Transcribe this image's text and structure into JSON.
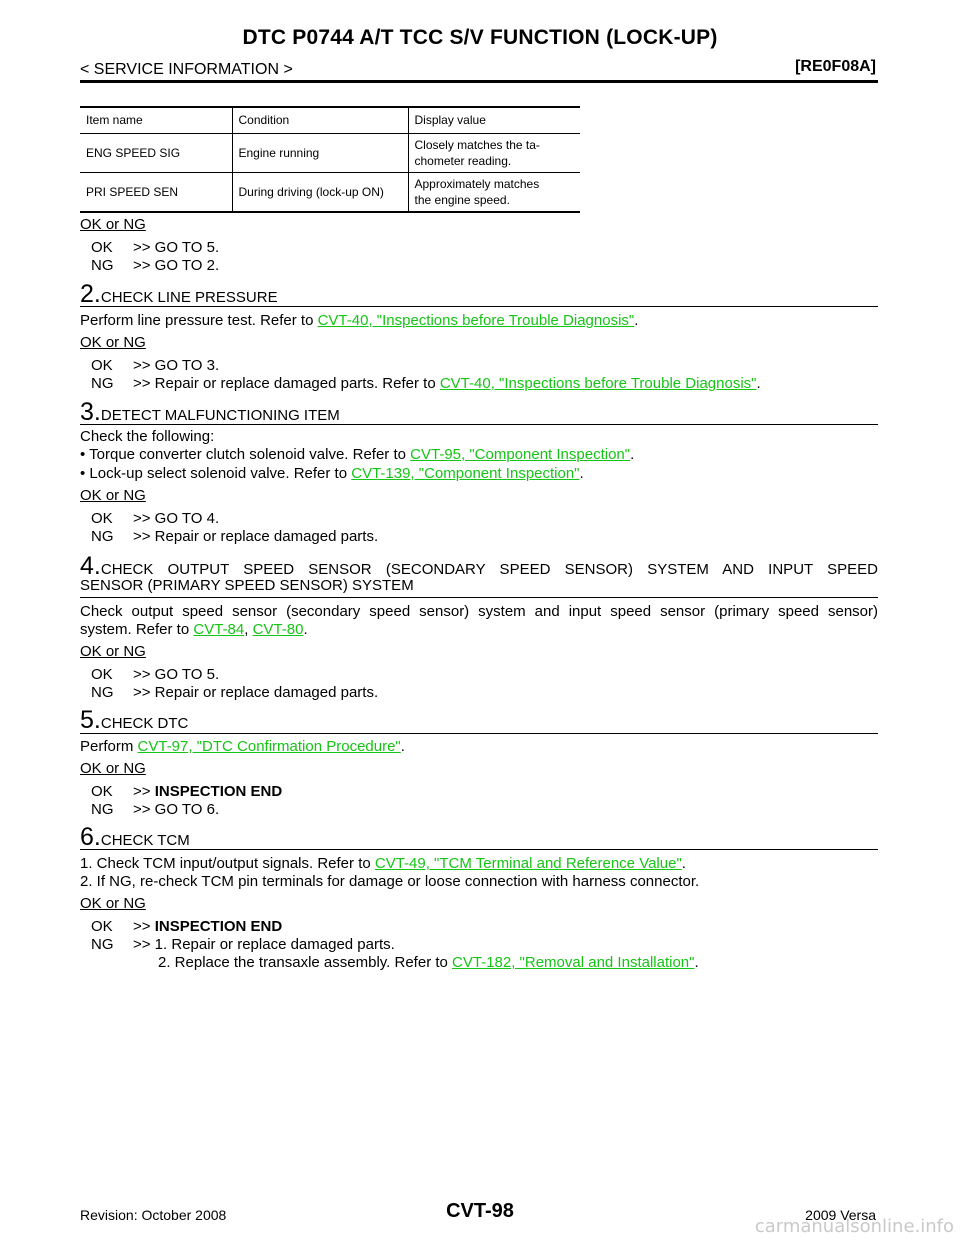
{
  "header": {
    "title": "DTC P0744 A/T TCC S/V FUNCTION (LOCK-UP)",
    "section": "< SERVICE INFORMATION >",
    "code": "[RE0F08A]"
  },
  "table": {
    "headers": [
      "Item name",
      "Condition",
      "Display value"
    ],
    "rows": [
      [
        "ENG SPEED SIG",
        "Engine running",
        "Closely matches the ta-",
        "chometer reading."
      ],
      [
        "PRI SPEED SEN",
        "During driving (lock-up ON)",
        "Approximately matches",
        "the engine speed."
      ]
    ]
  },
  "block1": {
    "okng": "OK or NG",
    "ok": [
      "OK",
      ">> GO TO 5."
    ],
    "ng": [
      "NG",
      ">> GO TO 2."
    ]
  },
  "step2": {
    "num": "2.",
    "title": "CHECK LINE PRESSURE",
    "text_pre": "Perform line pressure test. Refer to ",
    "link": "CVT-40, \"Inspections before Trouble Diagnosis\"",
    "text_post": ".",
    "okng": "OK or NG",
    "ok": [
      "OK",
      ">> GO TO 3."
    ],
    "ng_pre": [
      ">> Repair or replace damaged parts. Refer to "
    ],
    "ng_key": "NG",
    "ng_link": "CVT-40, \"Inspections before Trouble Diagnosis\"",
    "ng_post": "."
  },
  "step3": {
    "num": "3.",
    "title": "DETECT MALFUNCTIONING ITEM",
    "intro": "Check the following:",
    "b1_pre": "• Torque converter clutch solenoid valve. Refer to ",
    "b1_link": "CVT-95, \"Component Inspection\"",
    "b1_post": ".",
    "b2_pre": "• Lock-up select solenoid valve. Refer to ",
    "b2_link": "CVT-139, \"Component Inspection\"",
    "b2_post": ".",
    "okng": "OK or NG",
    "ok": [
      "OK",
      ">> GO TO 4."
    ],
    "ng": [
      "NG",
      ">> Repair or replace damaged parts."
    ]
  },
  "step4": {
    "num": "4.",
    "title_l1": "CHECK OUTPUT SPEED SENSOR (SECONDARY SPEED SENSOR) SYSTEM AND INPUT SPEED",
    "title_l2": "SENSOR (PRIMARY SPEED SENSOR) SYSTEM",
    "line1": "Check output speed sensor (secondary speed sensor) system and input speed sensor (primary speed sensor)",
    "line2_pre": "system. Refer to ",
    "link1": "CVT-84",
    "sep": ", ",
    "link2": "CVT-80",
    "line2_post": ".",
    "okng": "OK or NG",
    "ok": [
      "OK",
      ">> GO TO 5."
    ],
    "ng": [
      "NG",
      ">> Repair or replace damaged parts."
    ]
  },
  "step5": {
    "num": "5.",
    "title": "CHECK DTC",
    "text_pre": "Perform ",
    "link": "CVT-97, \"DTC Confirmation Procedure\"",
    "text_post": ".",
    "okng": "OK or NG",
    "ok_key": "OK",
    "ok_arrow": ">> ",
    "ok_bold": "INSPECTION END",
    "ng": [
      "NG",
      ">> GO TO 6."
    ]
  },
  "step6": {
    "num": "6.",
    "title": "CHECK TCM",
    "l1_pre": "1.  Check TCM input/output signals. Refer to ",
    "l1_link": "CVT-49, \"TCM Terminal and Reference Value\"",
    "l1_post": ".",
    "l2": "2.  If NG, re-check TCM pin terminals for damage or loose connection with harness connector.",
    "okng": "OK or NG",
    "ok_key": "OK",
    "ok_arrow": ">> ",
    "ok_bold": "INSPECTION END",
    "ng_key": "NG",
    "ng_l1": ">> 1.  Repair or replace damaged parts.",
    "ng_l2_pre": "2.  Replace the transaxle assembly. Refer to ",
    "ng_l2_link": "CVT-182, \"Removal and Installation\"",
    "ng_l2_post": "."
  },
  "footer": {
    "revision": "Revision: October 2008",
    "page": "CVT-98",
    "model": "2009 Versa",
    "watermark": "carmanualsonline.info"
  }
}
